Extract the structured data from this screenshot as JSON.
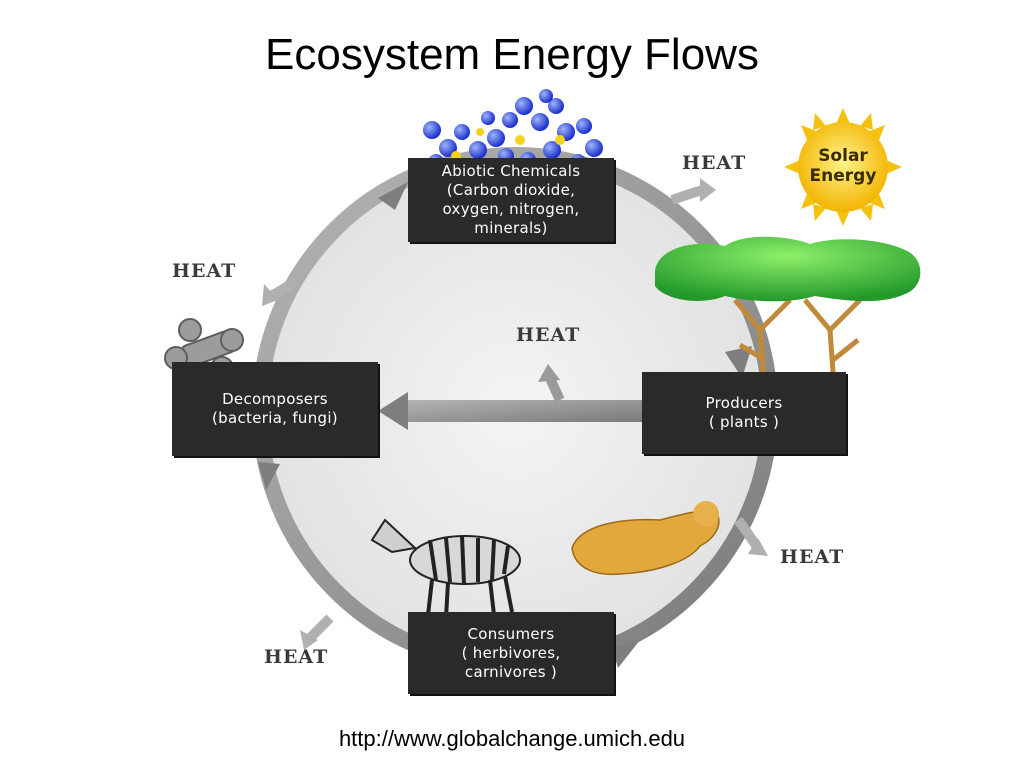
{
  "title": "Ecosystem Energy Flows",
  "source_url": "http://www.globalchange.umich.edu",
  "nodes": {
    "abiotic": {
      "lines": [
        "Abiotic Chemicals",
        "(Carbon dioxide,",
        "oxygen, nitrogen,",
        "minerals)"
      ]
    },
    "producers": {
      "lines": [
        "Producers",
        "( plants )"
      ]
    },
    "consumers": {
      "lines": [
        "Consumers",
        "( herbivores,",
        "carnivores )"
      ]
    },
    "decomposers": {
      "lines": [
        "Decomposers",
        "(bacteria, fungi)"
      ]
    }
  },
  "solar": {
    "lines": [
      "Solar",
      "Energy"
    ]
  },
  "heat_labels": [
    "HEAT",
    "HEAT",
    "HEAT",
    "HEAT",
    "HEAT"
  ],
  "colors": {
    "box": "#2a2a28",
    "circle_fill": "#ececec",
    "arrow": "#8f8f8f",
    "sun": "#f5c518",
    "foliage": "#3fbf2f",
    "lion": "#e0a63a"
  },
  "icons": [
    "molecules-icon",
    "sun-icon",
    "tree-icon",
    "zebra-icon",
    "lion-icon",
    "bone-icon"
  ]
}
